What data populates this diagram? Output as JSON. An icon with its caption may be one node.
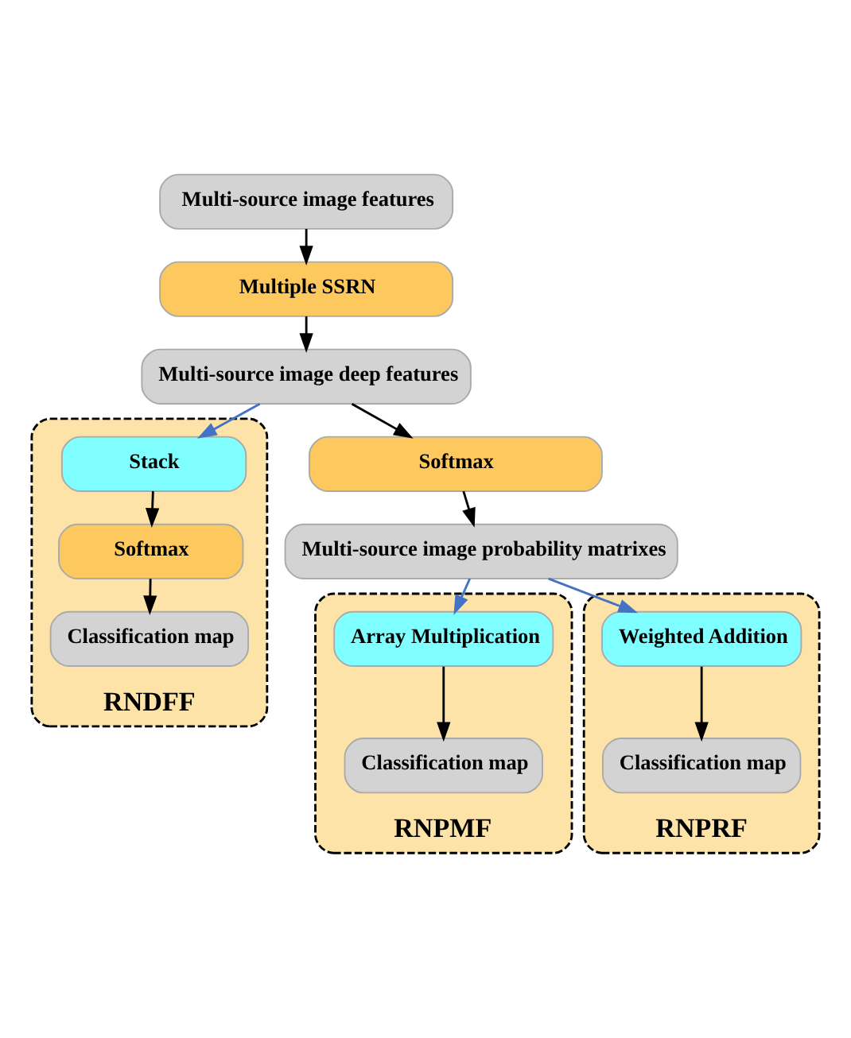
{
  "diagram": {
    "nodes": [
      {
        "text": [
          "Multi-source image features"
        ]
      },
      {
        "text": [
          "Multiple SSRN"
        ]
      },
      {
        "text": [
          "Multi-source image deep features"
        ]
      },
      {
        "text": [
          "Softmax"
        ]
      },
      {
        "text": [
          "Multi-source image probability matrixes"
        ]
      },
      {
        "text": [
          "RNPMF"
        ]
      },
      {
        "text": [
          "Array Multiplication"
        ],
        "in": 5
      },
      {
        "text": [
          "Classification map"
        ],
        "in": 5
      },
      {
        "text": [
          "RNPRF"
        ]
      },
      {
        "text": [
          "Weighted Addition"
        ],
        "in": 8
      },
      {
        "text": [
          "Classification map"
        ],
        "in": 8
      },
      {
        "text": [
          "RNDFF"
        ]
      },
      {
        "text": [
          "Stack"
        ],
        "in": 11
      },
      {
        "text": [
          "Softmax"
        ],
        "in": 11
      },
      {
        "text": [
          "Classification map"
        ],
        "in": 11
      }
    ],
    "edges": [
      {
        "from": 0,
        "to": 1,
        "arrow": "to"
      },
      {
        "from": 1,
        "to": 2,
        "arrow": "to"
      },
      {
        "from": 2,
        "to": 3,
        "arrow": "to"
      },
      {
        "from": 3,
        "to": 4,
        "arrow": "to"
      },
      {
        "from": 4,
        "to": 6,
        "arrow": "to",
        "color": "#4472c4"
      },
      {
        "from": 4,
        "to": 9,
        "arrow": "to",
        "color": "#4472c4"
      },
      {
        "from": 2,
        "to": 12,
        "arrow": "to",
        "color": "#4472c4"
      },
      {
        "from": 6,
        "to": 7,
        "arrow": "to"
      },
      {
        "from": 9,
        "to": 10,
        "arrow": "to"
      },
      {
        "from": 12,
        "to": 13,
        "arrow": "to"
      },
      {
        "from": 13,
        "to": 14,
        "arrow": "to"
      }
    ]
  }
}
